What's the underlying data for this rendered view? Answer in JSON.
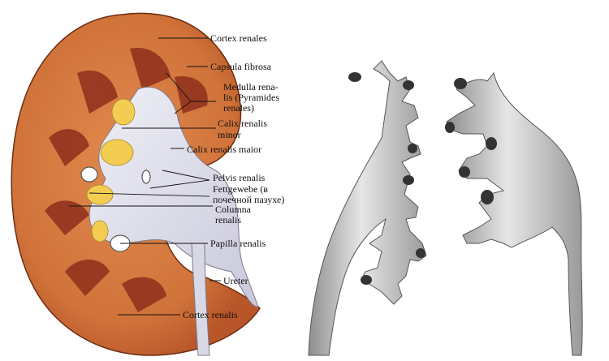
{
  "labels": {
    "cortex_top": "Cortex renales",
    "capsula": "Capsula fibrosa",
    "medulla_1": "Medulla rena-",
    "medulla_2": "lis (Pyramides",
    "medulla_3": "renales)",
    "calix_minor_1": "Calix renalis",
    "calix_minor_2": "minor",
    "calix_maior": "Calix renalis maior",
    "pelvis": "Pelvis renalis",
    "fett_1": "Fettgewebe (в",
    "fett_2": "почечной пазухе)",
    "columna_1": "Columna",
    "columna_2": "renalis",
    "papilla": "Papilla renalis",
    "ureter": "Ureter",
    "cortex_bottom": "Cortex renalis"
  },
  "colors": {
    "cortex": "#d0733a",
    "cortex_dark": "#a9481f",
    "medulla": "#8e2f1c",
    "fat": "#f2cd52",
    "pelvis": "#dcdcea",
    "cast": "#b8b8b8"
  }
}
